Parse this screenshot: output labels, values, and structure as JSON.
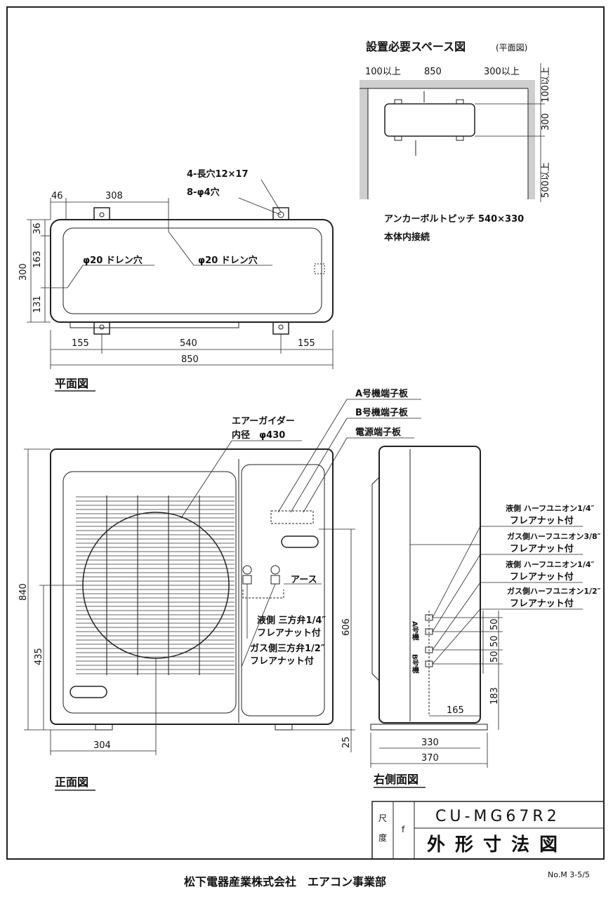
{
  "space": {
    "title": "設置必要スペース図",
    "title_small": "(平面図)",
    "dims": {
      "left": "100以上",
      "width": "850",
      "right": "300以上",
      "side_a": "100以上",
      "side_b": "300",
      "side_c": "500以上"
    },
    "note1": "アンカーボルトピッチ 540×330",
    "note2": "本体内接続"
  },
  "plan": {
    "title": "平面図",
    "dim_46": "46",
    "dim_308": "308",
    "slot_note": "4-長穴12×17",
    "hole_note": "8-φ4穴",
    "drain_left": "φ20 ドレン穴",
    "drain_right": "φ20 ドレン穴",
    "dim_36": "36",
    "dim_163": "163",
    "dim_300": "300",
    "dim_131": "131",
    "dim_155l": "155",
    "dim_540": "540",
    "dim_155r": "155",
    "dim_850": "850"
  },
  "front": {
    "title": "正面図",
    "air_guide": "エアーガイダー",
    "inner_dia": "内径　φ430",
    "terminal_a": "A号機端子板",
    "terminal_b": "B号機端子板",
    "terminal_power": "電源端子板",
    "earth": "アース",
    "liquid_valve": "液側 三方弁1/4″",
    "liquid_nut": "フレアナット付",
    "gas_valve": "ガス側三方弁1/2″",
    "gas_nut": "フレアナット付",
    "dim_840": "840",
    "dim_435": "435",
    "dim_606": "606",
    "dim_304": "304",
    "dim_25": "25"
  },
  "side": {
    "title": "右側面図",
    "c1a": "液側 ハーフユニオン1/4″",
    "c1b": "フレアナット付",
    "c2a": "ガス側ハーフユニオン3/8″",
    "c2b": "フレアナット付",
    "c3a": "液側 ハーフユニオン1/4″",
    "c3b": "フレアナット付",
    "c4a": "ガス側ハーフユニオン1/2″",
    "c4b": "フレアナット付",
    "a_unit": "A号機",
    "b_unit": "B号機",
    "dim_50a": "50",
    "dim_50b": "50",
    "dim_50c": "50",
    "dim_183": "183",
    "dim_165": "165",
    "dim_330": "330",
    "dim_370": "370"
  },
  "titleblock": {
    "scale_label_1": "尺",
    "scale_label_2": "度",
    "scale_value": "f",
    "model": "CU-MG67R2",
    "drawing_name": "外形寸法図"
  },
  "footer": {
    "company": "松下電器産業株式会社　エアコン事業部",
    "doc_no": "No.M 3-5/5"
  }
}
